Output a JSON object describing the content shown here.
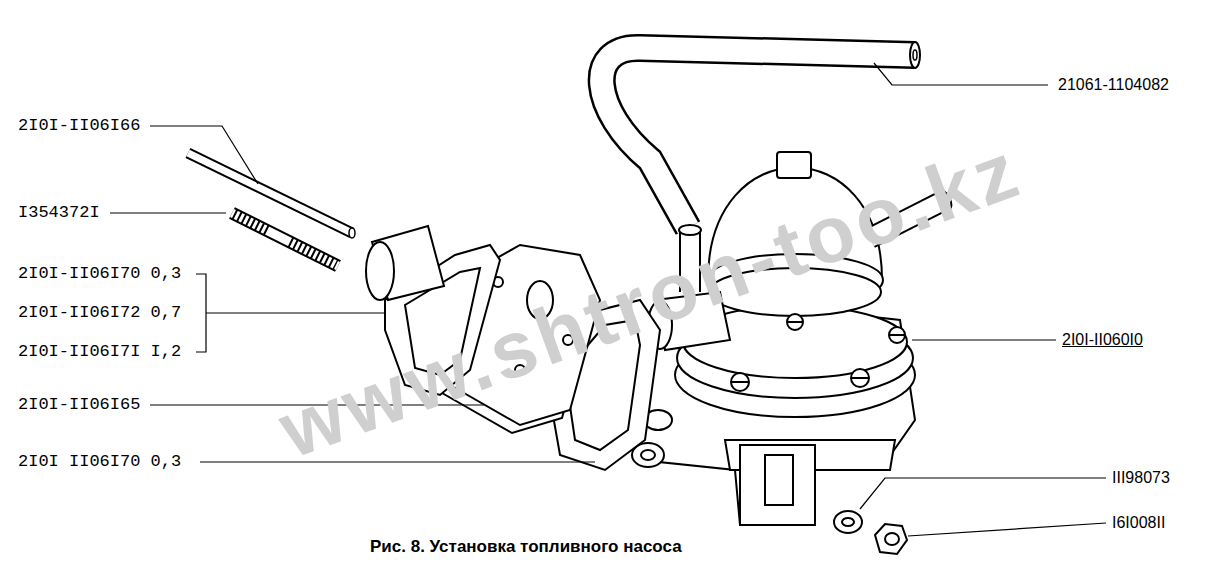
{
  "diagram": {
    "caption": "Рис. 8. Установка топливного насоса",
    "labels": [
      "21061-1104082",
      "2I0I-II06I66",
      "I354372I",
      "2I0I-II06I70 0,3",
      "2I0I-II06I72 0,7",
      "2I0I-II06I7I I,2",
      "2I0I-II060I0",
      "2I0I-II06I65",
      "2I0I II06I70 0,3",
      "III98073",
      "I6I008II",
      "www.shtron-too.kz"
    ]
  }
}
